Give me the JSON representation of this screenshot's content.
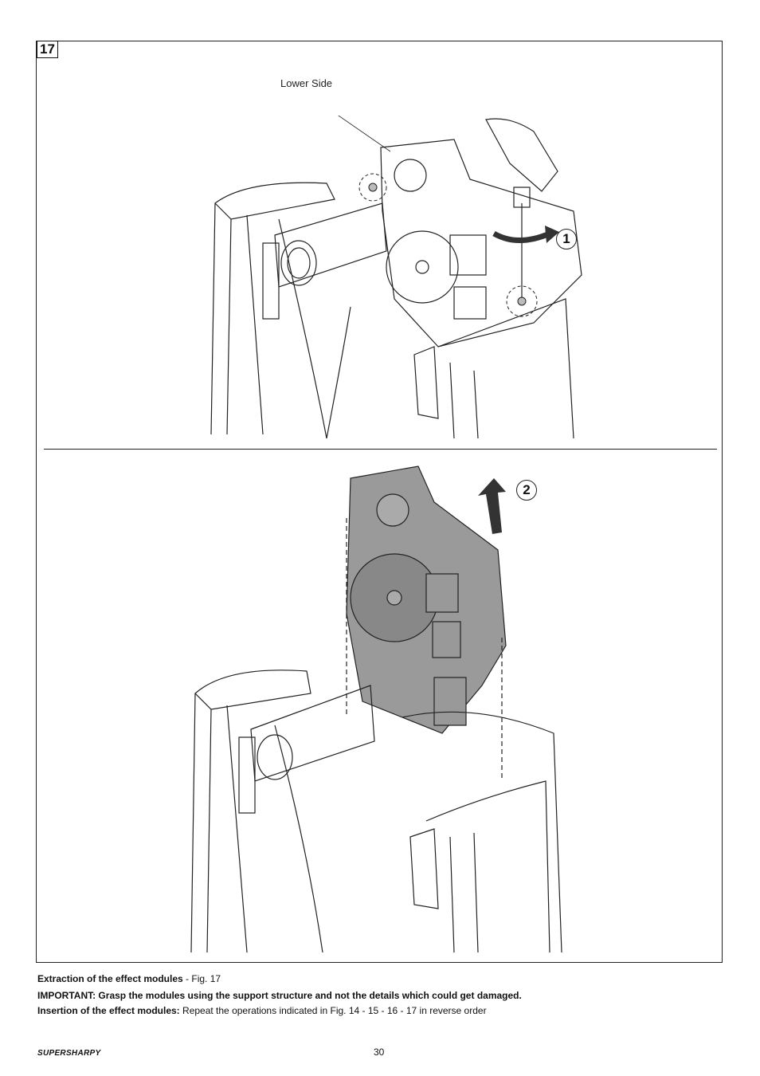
{
  "figure": {
    "number": "17",
    "callout_label": "Lower Side",
    "steps": [
      "1",
      "2"
    ]
  },
  "captions": {
    "extraction_bold": "Extraction of the effect modules",
    "extraction_rest": " - Fig. 17",
    "important": "IMPORTANT: Grasp the modules using the support structure and not the details which could get damaged.",
    "insertion_bold": "Insertion of the effect modules:",
    "insertion_rest": " Repeat the operations indicated in Fig. 14 - 15 - 16 - 17 in reverse order"
  },
  "footer": {
    "brand": "SUPERSHARPY",
    "page_number": "30"
  },
  "colors": {
    "line": "#222222",
    "module_fill": "#9a9a9a",
    "arrow": "#333333"
  }
}
